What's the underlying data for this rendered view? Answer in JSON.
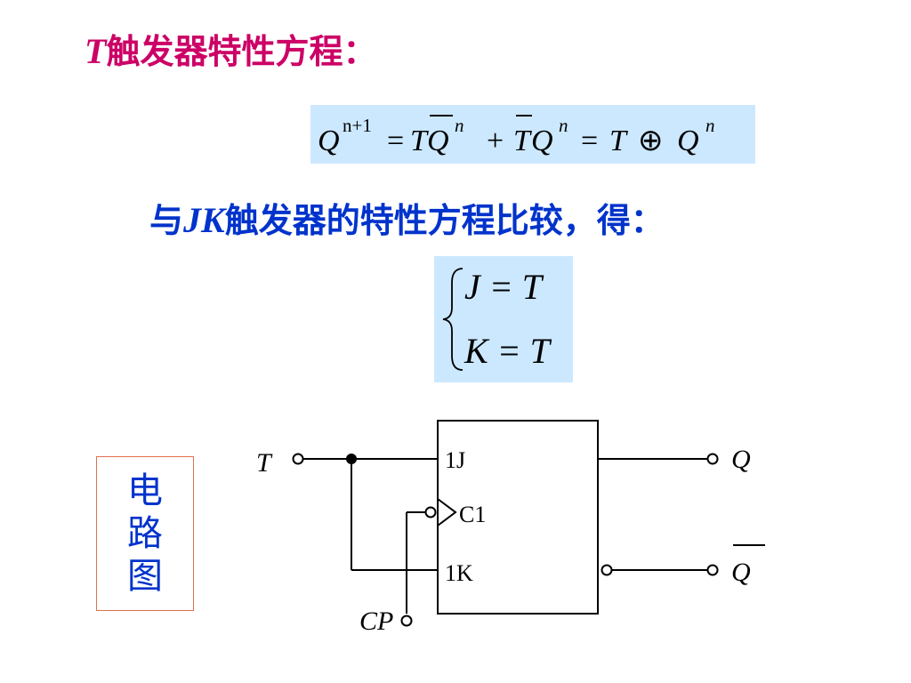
{
  "title": {
    "var": "T",
    "text": "触发器特性方程："
  },
  "equation1": {
    "lhs": "Q",
    "lhs_sup": "n+1",
    "eq": "=",
    "term1_a": "T",
    "term1_b": "Q",
    "term1_sup": "n",
    "plus": "+",
    "term2_a": "T",
    "term2_b": "Q",
    "term2_sup": "n",
    "eq2": "=",
    "term3_a": "T",
    "oplus": "⊕",
    "term3_b": "Q",
    "term3_sup": "n"
  },
  "compare": {
    "prefix": "与",
    "var": "JK",
    "text": "触发器的特性方程比较，得："
  },
  "system": {
    "row1": "J = T",
    "row2": "K = T"
  },
  "circuit_label": [
    "电",
    "路",
    "图"
  ],
  "circuit": {
    "input_T": "T",
    "pin_1J": "1J",
    "pin_C1": "C1",
    "pin_1K": "1K",
    "input_CP": "CP",
    "output_Q": "Q",
    "output_Qbar": "Q"
  },
  "colors": {
    "title": "#cc0066",
    "compare": "#0033cc",
    "box_fill": "#cce8ff",
    "label_border": "#e07050"
  }
}
